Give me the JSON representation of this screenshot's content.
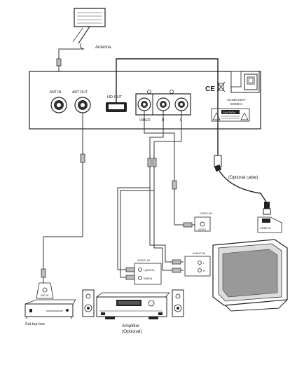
{
  "labels": {
    "antenna": "Antenna",
    "ant_in": "ANT IN",
    "ant_out": "ANT OUT",
    "hd_out": "HD-OUT",
    "video": "VIDEO",
    "r": "R",
    "l": "L",
    "ce_mark": "CE",
    "power_rating_1": "AC100-240V~",
    "power_rating_2": "50/60Hz",
    "caution": "CAUTION",
    "optional_cable": "(Optional cable)",
    "hdmi_in": "HDMI IN",
    "video_in": "VIDEO IN",
    "video_port": "VIDEO",
    "audio_in_tv": "AUDIO IN",
    "tv_l": "L",
    "tv_r": "R",
    "audio_in_amp": "AUDIO IN",
    "amp_l_white": "L(WHITE)",
    "amp_r_red": "R(RED)",
    "ant_in_stb": "ANT IN",
    "set_top_box": "Set top box",
    "amplifier": "Amplifier",
    "amplifier_optional": "(Optional)"
  }
}
